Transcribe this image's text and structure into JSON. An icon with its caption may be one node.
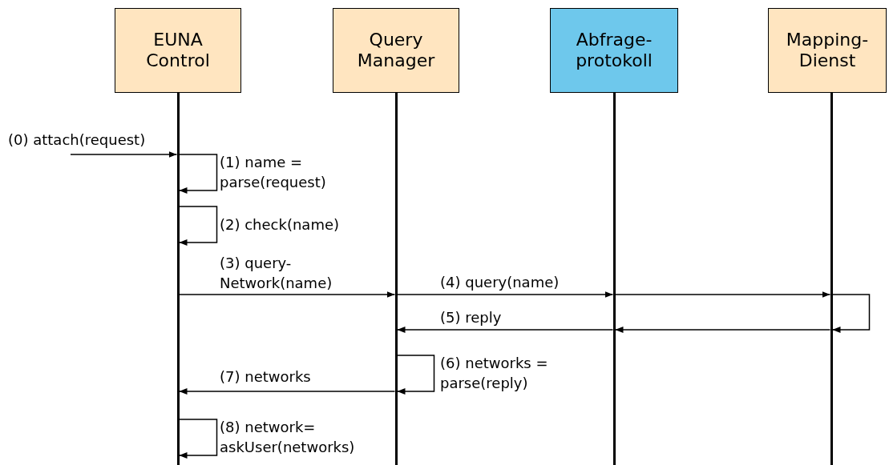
{
  "diagram": {
    "nodes": [
      {
        "text": [
          "EUNA Control"
        ]
      },
      {
        "text": [
          "Query Manager"
        ]
      },
      {
        "text": [
          "Abfrage- protokoll"
        ]
      },
      {
        "text": [
          "Mapping- Dienst"
        ]
      }
    ],
    "edges": [
      {
        "from": null,
        "to": 0,
        "arrow": "to",
        "label": "(0) attach(request)"
      },
      {
        "from": 0,
        "to": 0,
        "arrow": "to",
        "label": "(1) name = parse(request)"
      },
      {
        "from": 0,
        "to": 0,
        "arrow": "to",
        "label": "(2) check(name)"
      },
      {
        "from": 0,
        "to": 1,
        "arrow": "to",
        "label": "(3) query- Network(name)"
      },
      {
        "from": 1,
        "to": 2,
        "arrow": "to",
        "label": "(4) query(name)"
      },
      {
        "from": 2,
        "to": 3,
        "arrow": "to"
      },
      {
        "from": 3,
        "to": 3,
        "arrow": "to"
      },
      {
        "from": 3,
        "to": 2,
        "arrow": "to"
      },
      {
        "from": 2,
        "to": 1,
        "arrow": "to",
        "label": "(5) reply"
      },
      {
        "from": 1,
        "to": 1,
        "arrow": "to",
        "label": "(6) networks = parse(reply)"
      },
      {
        "from": 1,
        "to": 0,
        "arrow": "to",
        "label": "(7) networks"
      },
      {
        "from": 0,
        "to": 0,
        "arrow": "to",
        "label": "(8) network= askUser(networks)"
      }
    ]
  }
}
